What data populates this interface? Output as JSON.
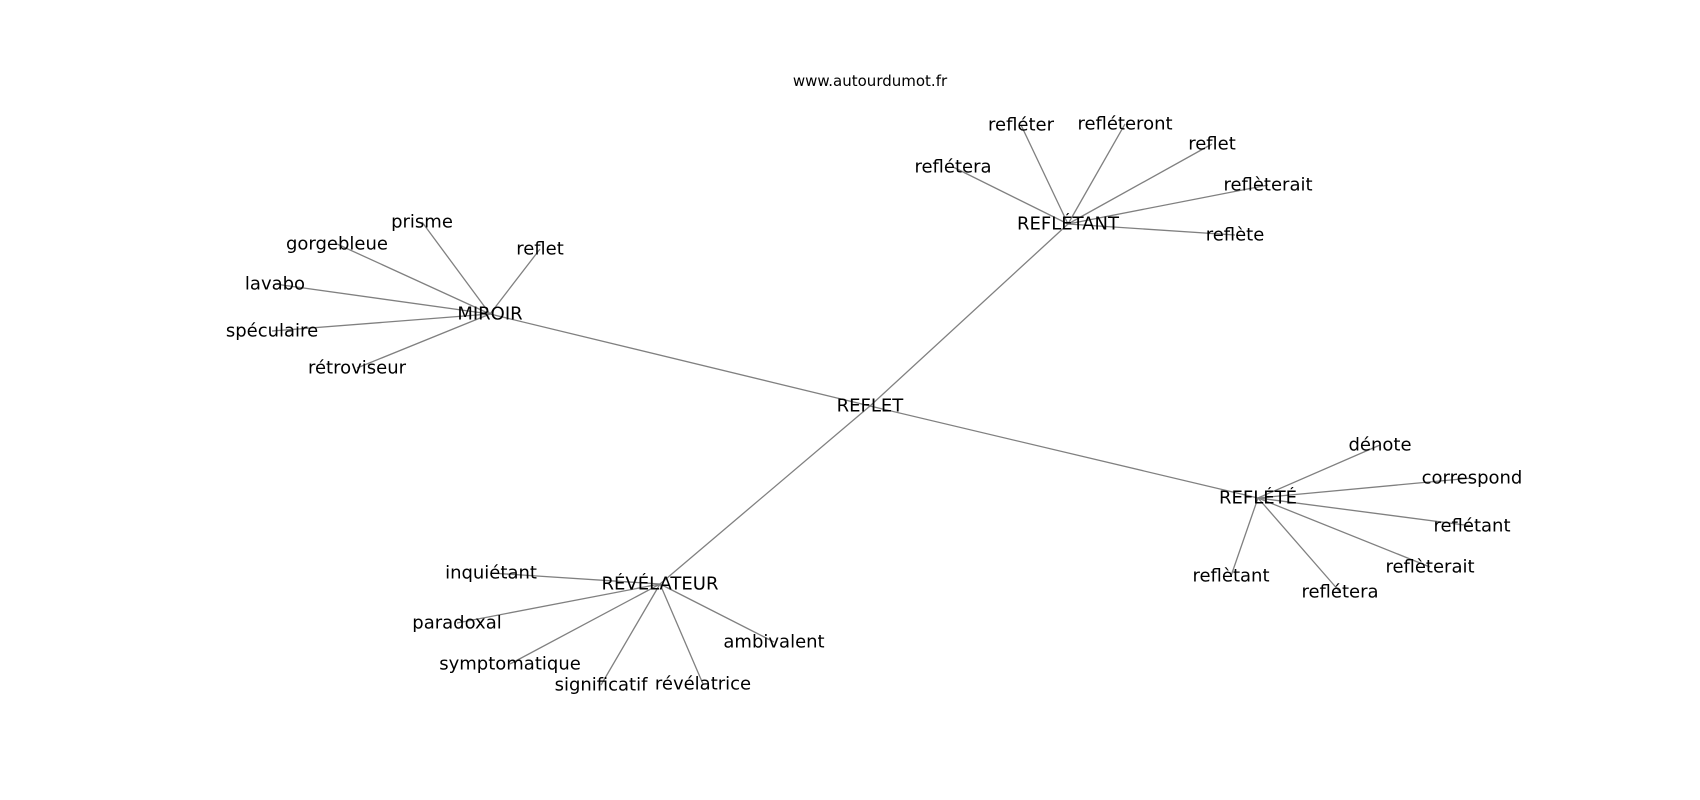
{
  "source_text": "www.autourdumot.fr",
  "colors": {
    "edge": "#808080",
    "text": "#000000",
    "background": "#ffffff"
  },
  "graph": {
    "center": "REFLET",
    "clusters": [
      {
        "id": "miroir",
        "label": "MIROIR",
        "leaves": [
          "prisme",
          "reflet",
          "gorgebleue",
          "lavabo",
          "spéculaire",
          "rétroviseur"
        ]
      },
      {
        "id": "refletant",
        "label": "REFLÉTANT",
        "leaves": [
          "refléter",
          "refléteront",
          "reflet",
          "reflétera",
          "reflèterait",
          "reflète"
        ]
      },
      {
        "id": "reflete",
        "label": "REFLÉTÉ",
        "leaves": [
          "dénote",
          "correspond",
          "reflétant",
          "reflèterait",
          "reflètant",
          "reflétera"
        ]
      },
      {
        "id": "revelateur",
        "label": "RÉVÉLATEUR",
        "leaves": [
          "inquiétant",
          "paradoxal",
          "symptomatique",
          "significatif",
          "révélatrice",
          "ambivalent"
        ]
      }
    ]
  }
}
